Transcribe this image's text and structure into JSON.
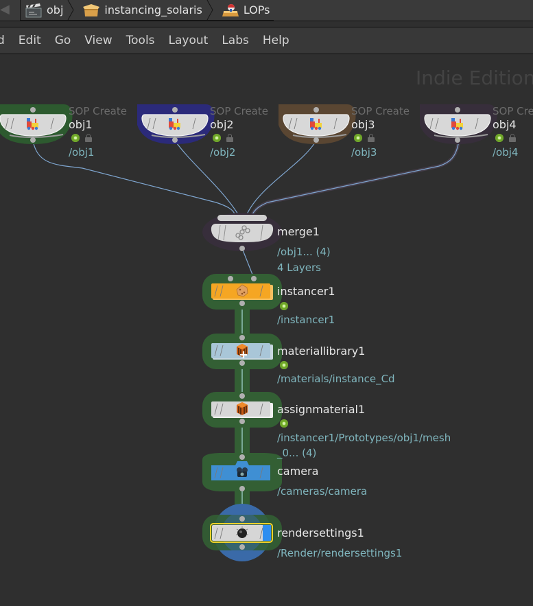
{
  "pathbar": {
    "back_icon": "back-arrow-icon",
    "crumbs": [
      {
        "label": "obj",
        "icon": "clapperboard-icon"
      },
      {
        "label": "instancing_solaris",
        "icon": "box-icon"
      },
      {
        "label": "LOPs",
        "icon": "lop-network-icon"
      }
    ]
  },
  "menubar": {
    "items": [
      "d",
      "Edit",
      "Go",
      "View",
      "Tools",
      "Layout",
      "Labs",
      "Help"
    ]
  },
  "network": {
    "watermark": "Indie Edition",
    "sop_nodes": [
      {
        "type": "SOP Create",
        "name": "obj1",
        "path": "/obj1",
        "color": "#2d5a2f",
        "icon": "toy-train-icon"
      },
      {
        "type": "SOP Create",
        "name": "obj2",
        "path": "/obj2",
        "color": "#2b2a7a",
        "icon": "toy-train-icon"
      },
      {
        "type": "SOP Create",
        "name": "obj3",
        "path": "/obj3",
        "color": "#5a4632",
        "icon": "toy-train-icon"
      },
      {
        "type": "SOP Create",
        "name": "obj4",
        "path": "/obj4",
        "color": "#3a3040",
        "icon": "toy-train-icon"
      }
    ],
    "chain_nodes": [
      {
        "name": "merge1",
        "info1": "/obj1... (4)",
        "info2": "4 Layers",
        "icon": "merge-icon",
        "body_color": "#d6d6d6"
      },
      {
        "name": "instancer1",
        "info1": "/instancer1",
        "icon": "instancer-icon",
        "body_color": "#f5a623"
      },
      {
        "name": "materiallibrary1",
        "info1": "/materials/instance_Cd",
        "icon": "material-library-icon",
        "body_color": "#a9c6d8"
      },
      {
        "name": "assignmaterial1",
        "info1": "/instancer1/Prototypes/obj1/mesh",
        "info2": "_0... (4)",
        "icon": "assign-material-icon",
        "body_color": "#d6d6d6"
      },
      {
        "name": "camera",
        "info1": "/cameras/camera",
        "icon": "camera-icon",
        "body_color": "#3f8fd3"
      },
      {
        "name": "rendersettings1",
        "info1": "/Render/rendersettings1",
        "icon": "render-settings-icon",
        "body_color": "#d6d6d6",
        "selected": true,
        "display_flag_color": "#2e8ef0"
      }
    ],
    "colors": {
      "wire": "#7fa6d0",
      "path_text": "#7fb5bd",
      "selection_outline": "#f2d22a",
      "chain_highlight": "#335f34"
    }
  }
}
